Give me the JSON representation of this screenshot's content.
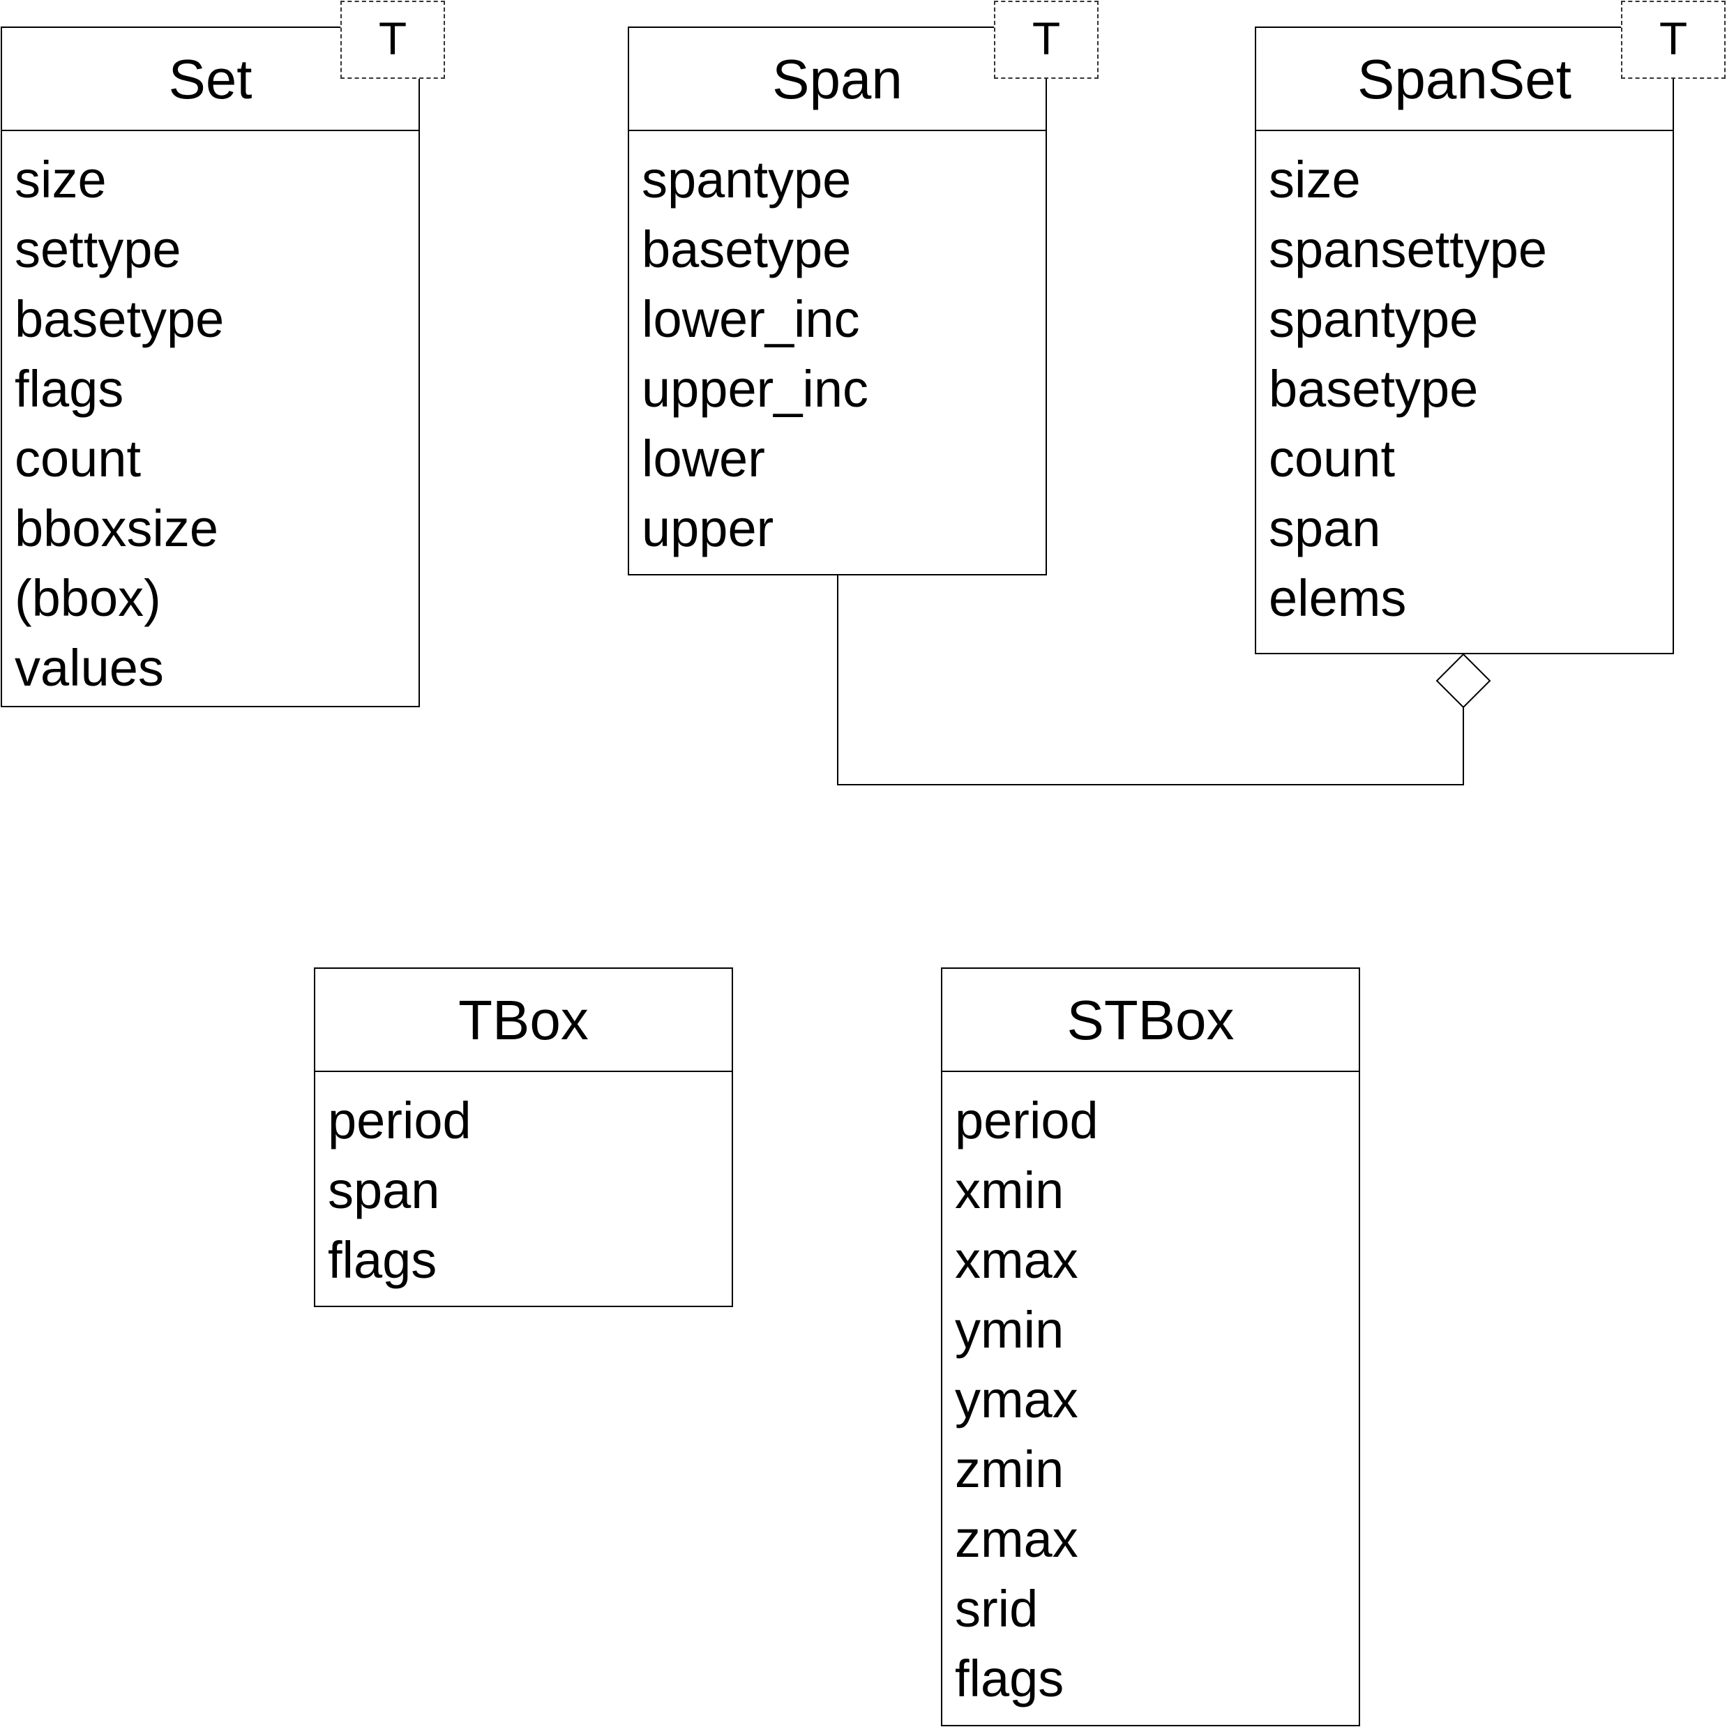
{
  "colors": {
    "line": "#000000",
    "dash": "#333333",
    "background": "#ffffff"
  },
  "classes": [
    {
      "name": "Set",
      "template": "T",
      "attributes": [
        "size",
        "settype",
        "basetype",
        "flags",
        "count",
        "bboxsize",
        "(bbox)",
        "values"
      ]
    },
    {
      "name": "Span",
      "template": "T",
      "attributes": [
        "spantype",
        "basetype",
        "lower_inc",
        "upper_inc",
        "lower",
        "upper"
      ]
    },
    {
      "name": "SpanSet",
      "template": "T",
      "attributes": [
        "size",
        "spansettype",
        "spantype",
        "basetype",
        "count",
        "span",
        "elems"
      ]
    },
    {
      "name": "TBox",
      "attributes": [
        "period",
        "span",
        "flags"
      ]
    },
    {
      "name": "STBox",
      "attributes": [
        "period",
        "xmin",
        "xmax",
        "ymin",
        "ymax",
        "zmin",
        "zmax",
        "srid",
        "flags"
      ]
    }
  ],
  "relationships": [
    {
      "type": "aggregation",
      "from": "Span",
      "to": "SpanSet"
    }
  ]
}
